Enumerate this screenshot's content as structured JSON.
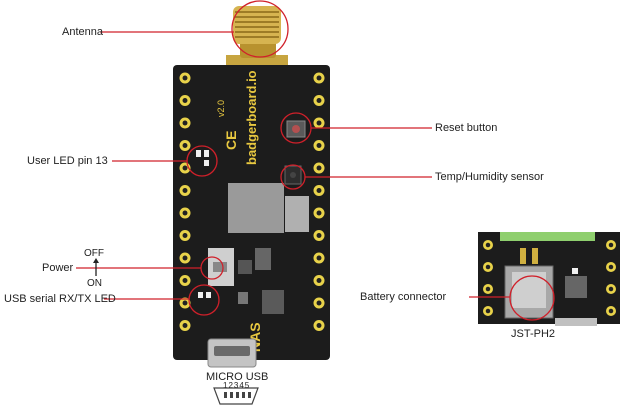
{
  "labels": {
    "antenna": "Antenna",
    "reset": "Reset button",
    "user_led": "User LED pin 13",
    "temp": "Temp/Humidity sensor",
    "off": "OFF",
    "power": "Power",
    "on": "ON",
    "usb_led": "USB serial RX/TX LED",
    "micro_usb": "MICRO USB",
    "usb_pins": "12345",
    "battery": "Battery connector",
    "jst": "JST-PH2"
  },
  "board": {
    "brand": "badgerboard.io",
    "version": "v2.0",
    "mark": "NAS",
    "ce": "CE"
  },
  "colors": {
    "callout": "#d0202a",
    "pcb": "#1c1c1c",
    "pad": "#e8d24a",
    "silk": "#e8c840",
    "gold": "#c9a43a"
  }
}
